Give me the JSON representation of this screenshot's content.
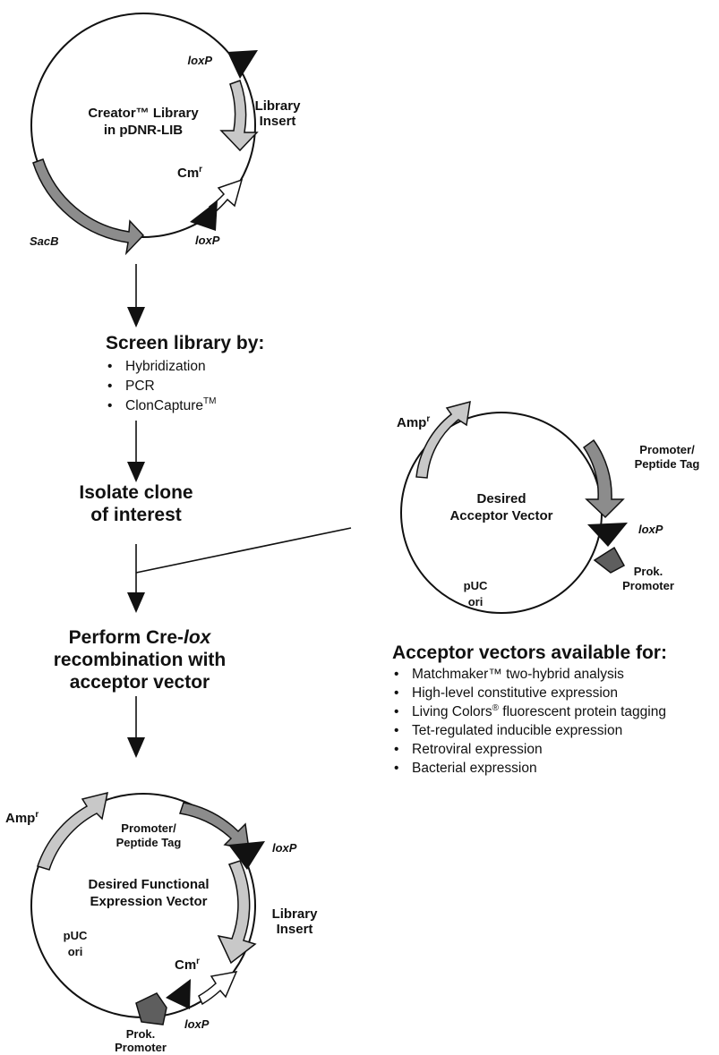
{
  "top_plasmid": {
    "title_line1": "Creator™ Library",
    "title_line2": "in pDNR-LIB",
    "loxp_top": "loxP",
    "loxp_bottom": "loxP",
    "insert_line1": "Library",
    "insert_line2": "Insert",
    "cm": "Cm",
    "cm_sup": "r",
    "sacb": "SacB"
  },
  "steps": {
    "screen_title": "Screen library by:",
    "screen_items": [
      "Hybridization",
      "PCR",
      "ClonCapture"
    ],
    "screen_tm": "TM",
    "isolate_line1": "Isolate clone",
    "isolate_line2": "of interest",
    "cre_line1_prefix": "Perform Cre-",
    "cre_line1_italic": "lox",
    "cre_line2": "recombination with",
    "cre_line3": "acceptor vector"
  },
  "acceptor_plasmid": {
    "title_line1": "Desired",
    "title_line2": "Acceptor Vector",
    "amp": "Amp",
    "amp_sup": "r",
    "promoter_line1": "Promoter/",
    "promoter_line2": "Peptide Tag",
    "loxp": "loxP",
    "prok_line1": "Prok.",
    "prok_line2": "Promoter",
    "puc_line1": "pUC",
    "puc_line2": "ori"
  },
  "acceptor_list": {
    "title": "Acceptor vectors available for:",
    "items": [
      "Matchmaker™ two-hybrid analysis",
      "High-level constitutive expression",
      "Living Colors",
      "Tet-regulated inducible expression",
      "Retroviral expression",
      "Bacterial expression"
    ],
    "living_sup": "®",
    "living_suffix": " fluorescent protein tagging"
  },
  "expression_plasmid": {
    "title_line1": "Desired Functional",
    "title_line2": "Expression Vector",
    "amp": "Amp",
    "amp_sup": "r",
    "promoter_line1": "Promoter/",
    "promoter_line2": "Peptide Tag",
    "loxp_top": "loxP",
    "loxp_bottom": "loxP",
    "insert_line1": "Library",
    "insert_line2": "Insert",
    "puc_line1": "pUC",
    "puc_line2": "ori",
    "cm": "Cm",
    "cm_sup": "r",
    "prok_line1": "Prok.",
    "prok_line2": "Promoter"
  }
}
